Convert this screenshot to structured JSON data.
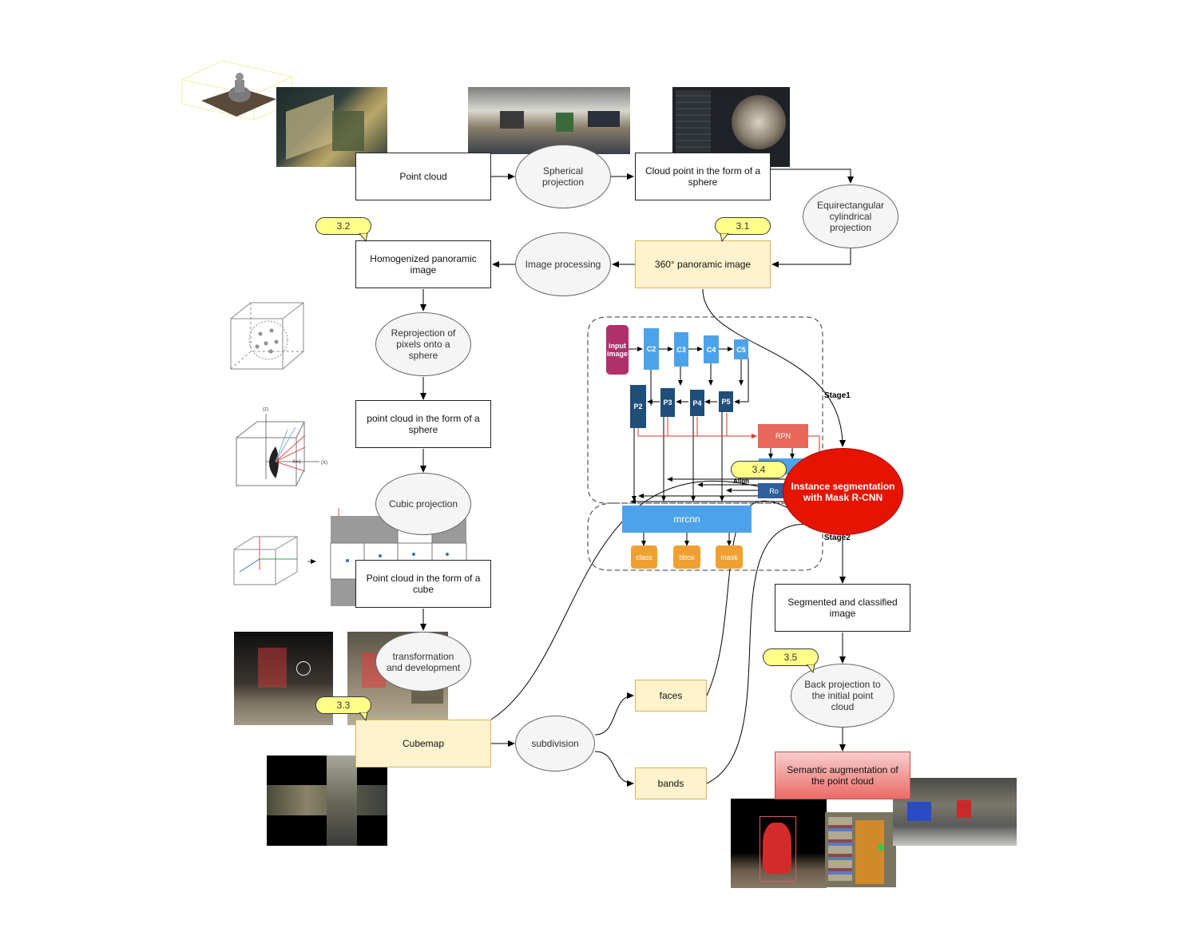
{
  "nodes": {
    "point_cloud": "Point cloud",
    "spherical_projection": "Spherical projection",
    "cloud_point_sphere": "Cloud point in the form of a sphere",
    "equirect": "Equirectangular cylindrical projection",
    "panoramic_360": "360° panoramic image",
    "image_processing": "Image processing",
    "homogenized": "Homogenized panoramic image",
    "reprojection": "Reprojection of pixels onto a sphere",
    "pc_sphere2": "point cloud in the form of a sphere",
    "cubic_projection": "Cubic projection",
    "pc_cube": "Point cloud in the form of a cube",
    "transformation": "transformation and development",
    "cubemap": "Cubemap",
    "subdivision": "subdivision",
    "faces": "faces",
    "bands": "bands",
    "instance_seg": "Instance segmentation with Mask R-CNN",
    "segmented": "Segmented and classified image",
    "back_projection": "Back projection to the initial point cloud",
    "semantic_aug": "Semantic augmentation of the point cloud"
  },
  "tags": {
    "t31": "3.1",
    "t32": "3.2",
    "t33": "3.3",
    "t34": "3.4",
    "t35": "3.5"
  },
  "network": {
    "input_image": "input image",
    "c2": "C2",
    "c3": "C3",
    "c4": "C4",
    "c5": "C5",
    "p2": "P2",
    "p3": "P3",
    "p4": "P4",
    "p5": "P5",
    "rpn": "RPN",
    "roi": "Ro",
    "align": "Align",
    "mrcnn": "mrcnn",
    "class": "class",
    "bbox": "bbox",
    "mask": "mask",
    "stage1": "Stage1",
    "stage2": "Stage2"
  },
  "colors": {
    "nn_blue": "#4da3ea",
    "nn_dark": "#1f4e79",
    "rpn_red": "#e8695a",
    "input_magenta": "#b0306a",
    "output_orange": "#f0a030",
    "instance_red": "#e51400",
    "tag_yellow": "#ffff88"
  }
}
